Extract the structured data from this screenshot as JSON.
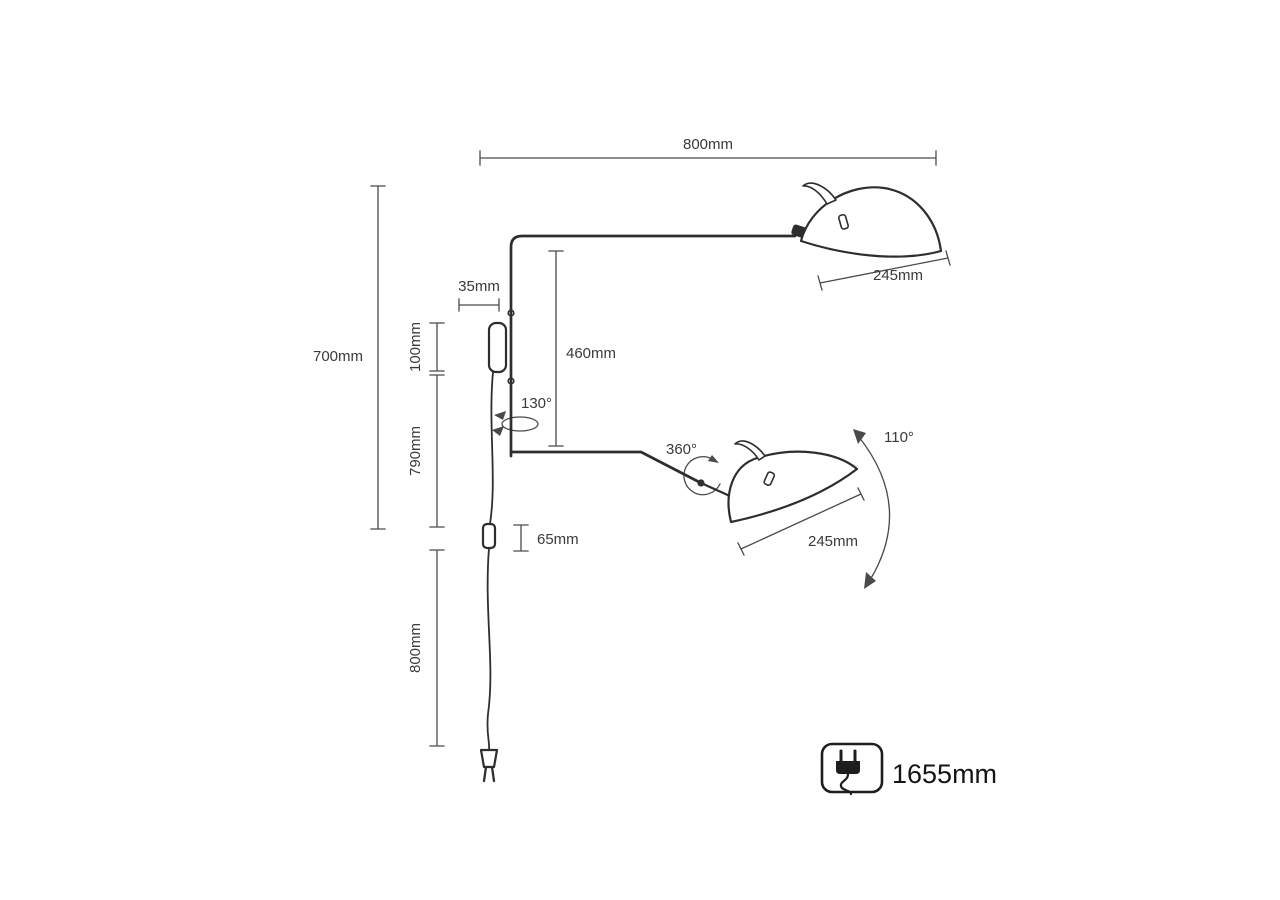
{
  "diagram": {
    "labels": {
      "arm_span": "800mm",
      "overall_height": "700mm",
      "wall_offset": "35mm",
      "bracket_height": "100mm",
      "upper_arm_drop": "460mm",
      "swivel_angle": "130°",
      "mid_section_height": "790mm",
      "head_rotation": "360°",
      "upper_shade_width": "245mm",
      "lower_shade_width": "245mm",
      "arm_sweep_angle": "110°",
      "switch_length": "65mm",
      "cord_drop": "800mm",
      "cable_length": "1655mm"
    },
    "icons": {
      "cable_icon": "power-plug-icon"
    },
    "colors": {
      "structure_line": "#2e2e2e",
      "dimension_line": "#4a4a4a",
      "text": "#3a3a3a",
      "background": "#ffffff"
    }
  }
}
